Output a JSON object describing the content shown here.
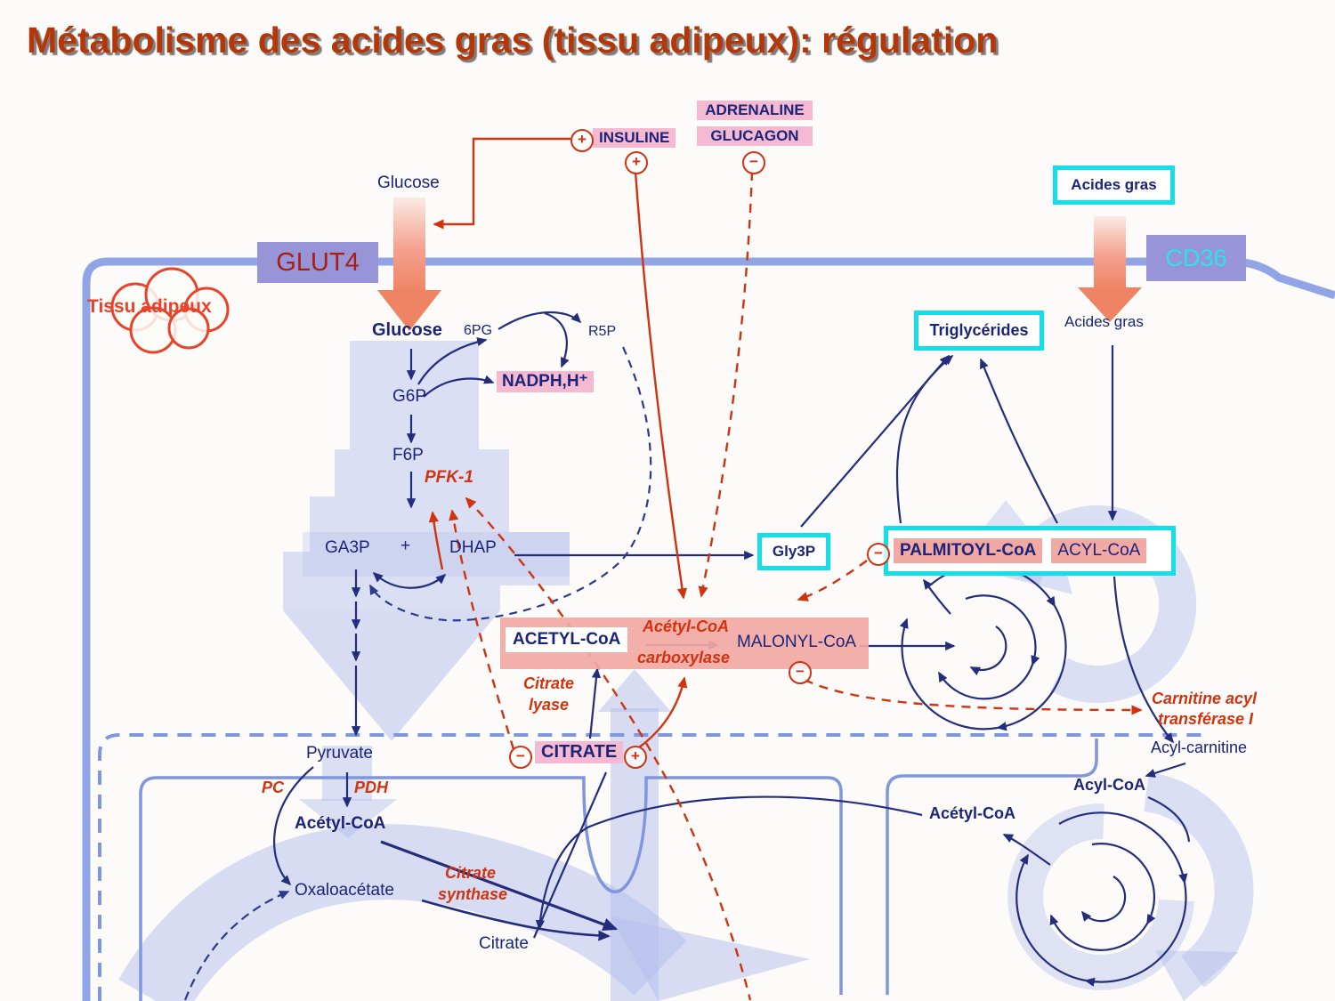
{
  "title": "Métabolisme des acides gras (tissu adipeux): régulation",
  "signs": {
    "plus": "+",
    "minus": "−"
  },
  "hormones": {
    "adrenaline": "ADRENALINE",
    "glucagon": "GLUCAGON",
    "insuline": "INSULINE"
  },
  "transporters": {
    "glut4": "GLUT4",
    "cd36": "CD36"
  },
  "cell": {
    "tissue": "Tissu adipeux"
  },
  "metabolites": {
    "glucose_ext": "Glucose",
    "glucose_cyt": "Glucose",
    "sixpg": "6PG",
    "r5p": "R5P",
    "nadph": "NADPH,H⁺",
    "g6p": "G6P",
    "f6p": "F6P",
    "ga3p": "GA3P",
    "plus_join": "+",
    "dhap": "DHAP",
    "gly3p": "Gly3P",
    "triglycerides": "Triglycérides",
    "acides_gras_ext": "Acides gras",
    "acides_gras_cyt": "Acides gras",
    "palmitoyl_coa": "PALMITOYL-CoA",
    "acyl_coa_cyt": "ACYL-CoA",
    "acetyl_coa_cyt": "ACETYL-CoA",
    "malonyl_coa": "MALONYL-CoA",
    "citrate_cyt": "CITRATE",
    "pyruvate": "Pyruvate",
    "acetyl_coa_mito": "Acétyl-CoA",
    "oxaloacetate": "Oxaloacétate",
    "citrate_mito": "Citrate",
    "acyl_carnitine": "Acyl-carnitine",
    "acyl_coa_mito": "Acyl-CoA",
    "acetyl_coa_beta": "Acétyl-CoA"
  },
  "enzymes": {
    "pfk1": "PFK-1",
    "acc_line1": "Acétyl-CoA",
    "acc_line2": "carboxylase",
    "citrate_lyase_line1": "Citrate",
    "citrate_lyase_line2": "lyase",
    "pc": "PC",
    "pdh": "PDH",
    "citrate_synthase_line1": "Citrate",
    "citrate_synthase_line2": "synthase",
    "cat1_line1": "Carnitine acyl",
    "cat1_line2": "transférase I"
  },
  "colors": {
    "title_red": "#b33708",
    "navy": "#1b2478",
    "enzyme_red": "#d0330f",
    "membrane_blue": "#91a5e6",
    "mito_blue": "#8096dd",
    "pale_flow_blue": "#b2bdec",
    "cyan_box": "#14dfe8",
    "purple_box": "#9795d8",
    "pink_highlight": "#f5bad2",
    "salmon_highlight": "#f2a8a3",
    "entry_arrow_pink": "#ef8465"
  }
}
